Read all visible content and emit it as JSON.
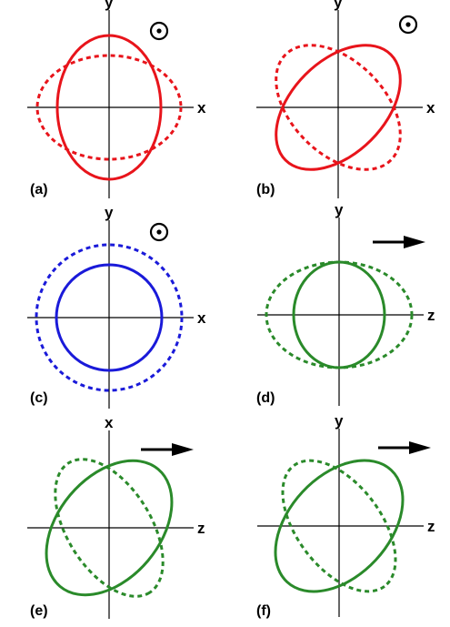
{
  "colors": {
    "red": "#e8141b",
    "blue": "#1a1ad9",
    "green": "#2a8a2a"
  },
  "panels": [
    {
      "label": "(a)",
      "h_axis": "x",
      "v_axis": "y",
      "indicator": "out-of-plane-dot-icon",
      "color": "red",
      "solid_ellipse": {
        "rx": 57,
        "ry": 79,
        "angle": 0
      },
      "dashed_ellipse": {
        "rx": 79,
        "ry": 57,
        "angle": 0
      }
    },
    {
      "label": "(b)",
      "h_axis": "x",
      "v_axis": "y",
      "indicator": "out-of-plane-dot-icon",
      "color": "red",
      "solid_ellipse": {
        "rx": 82,
        "ry": 51,
        "angle": -45
      },
      "dashed_ellipse": {
        "rx": 82,
        "ry": 51,
        "angle": 45
      }
    },
    {
      "label": "(c)",
      "h_axis": "x",
      "v_axis": "y",
      "indicator": "out-of-plane-dot-icon",
      "color": "blue",
      "solid_ellipse": {
        "rx": 58,
        "ry": 58,
        "angle": 0
      },
      "dashed_ellipse": {
        "rx": 80,
        "ry": 80,
        "angle": 0
      }
    },
    {
      "label": "(d)",
      "h_axis": "z",
      "v_axis": "y",
      "indicator": "propagation-arrow-icon",
      "color": "green",
      "solid_ellipse": {
        "rx": 50,
        "ry": 58,
        "angle": 0
      },
      "dashed_ellipse": {
        "rx": 80,
        "ry": 58,
        "angle": 0
      }
    },
    {
      "label": "(e)",
      "h_axis": "z",
      "v_axis": "x",
      "indicator": "propagation-arrow-icon",
      "color": "green",
      "solid_ellipse": {
        "rx": 84,
        "ry": 56,
        "angle": -50
      },
      "dashed_ellipse": {
        "rx": 84,
        "ry": 46,
        "angle": 58
      }
    },
    {
      "label": "(f)",
      "h_axis": "z",
      "v_axis": "y",
      "indicator": "propagation-arrow-icon",
      "color": "green",
      "solid_ellipse": {
        "rx": 84,
        "ry": 55,
        "angle": -47
      },
      "dashed_ellipse": {
        "rx": 83,
        "ry": 46,
        "angle": 53
      }
    }
  ]
}
